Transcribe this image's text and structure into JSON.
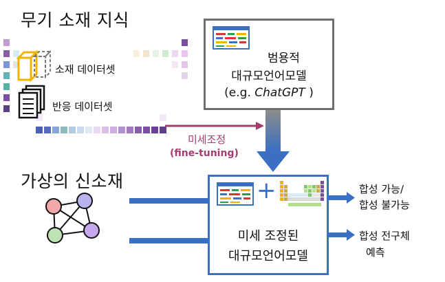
{
  "left_top": {
    "title": "무기 소재 지식",
    "dataset_1": "소재 데이터셋",
    "dataset_2": "반응 데이터셋"
  },
  "llm_box": {
    "line1": "범용적",
    "line2": "대규모언어모델",
    "line3_prefix": "(e.g. ",
    "line3_italic": "ChatGPT",
    "line3_suffix": " )"
  },
  "finetune": {
    "label_kr": "미세조정",
    "label_en": "(fine-tuning)",
    "color": "#a53c6e"
  },
  "left_bottom": {
    "title": "가상의 신소재"
  },
  "ft_box": {
    "plus": "+",
    "line1": "미세 조정된",
    "line2": "대규모언어모델"
  },
  "outputs": {
    "out1_line1": "합성 가능/",
    "out1_line2": "합성 불가능",
    "out2_line1": "합성 전구체",
    "out2_line2": "예측"
  },
  "colors": {
    "arrow_blue": "#3a6fc4",
    "arrow_gray": "#8a93a6",
    "box_gray": "#6e6e6e"
  }
}
